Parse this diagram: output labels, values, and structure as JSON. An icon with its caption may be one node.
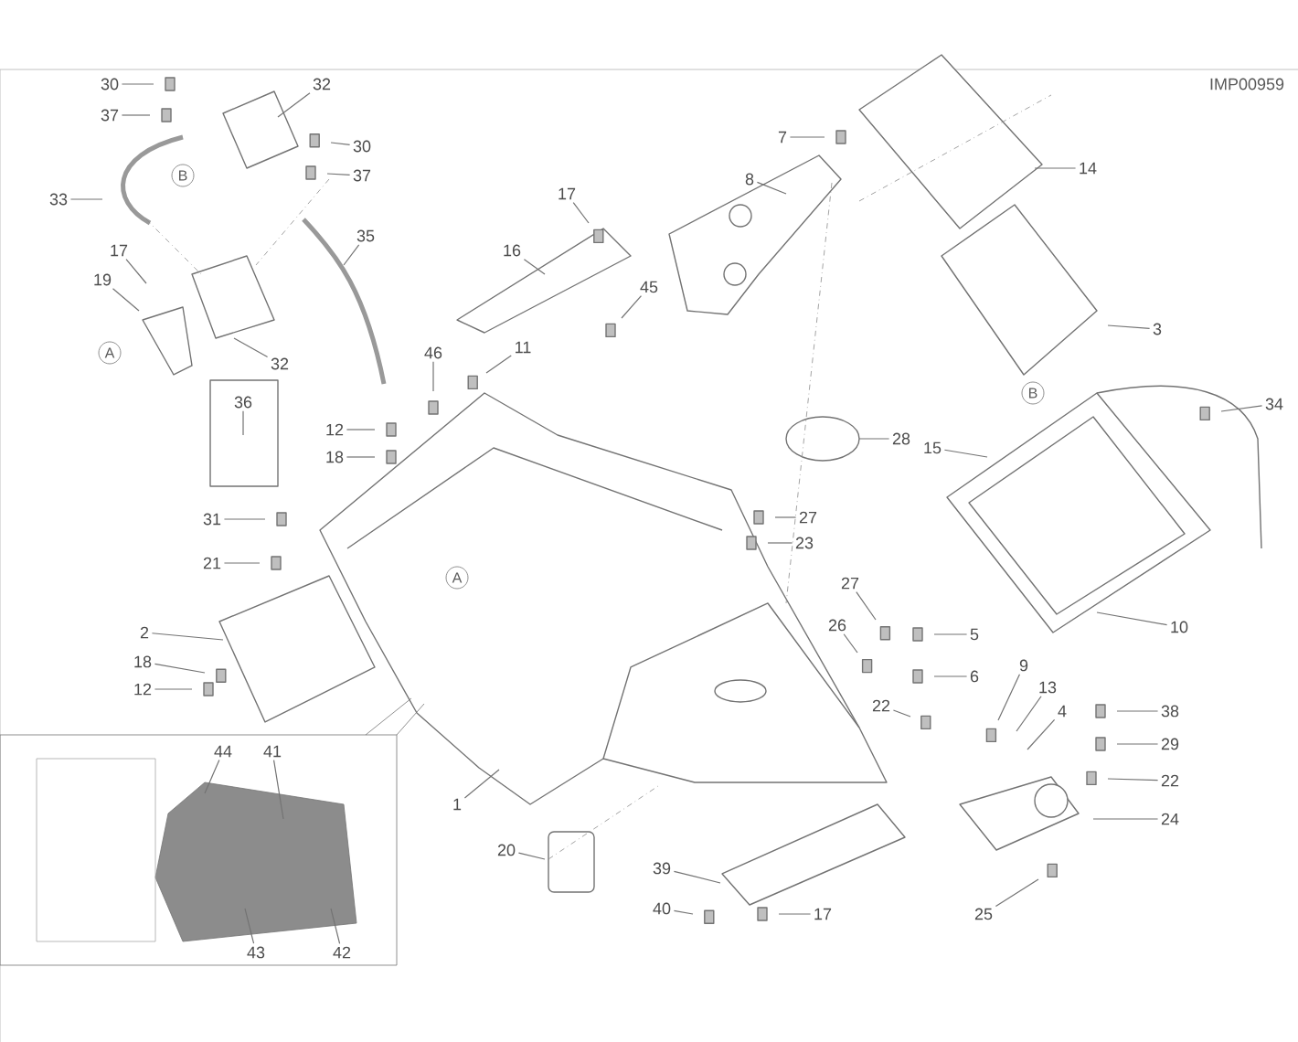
{
  "diagram": {
    "nodes": [
      {
        "text": [
          "30"
        ]
      },
      {
        "text": [
          "37"
        ]
      },
      {
        "text": [
          "32"
        ]
      },
      {
        "text": [
          "30"
        ]
      },
      {
        "text": [
          "37"
        ]
      },
      {
        "text": [
          "33"
        ]
      },
      {
        "text": [
          "35"
        ]
      },
      {
        "text": [
          "17"
        ]
      },
      {
        "text": [
          "19"
        ]
      },
      {
        "text": [
          "32"
        ]
      },
      {
        "text": [
          "36"
        ]
      },
      {
        "text": [
          "17"
        ]
      },
      {
        "text": [
          "16"
        ]
      },
      {
        "text": [
          "7"
        ]
      },
      {
        "text": [
          "8"
        ]
      },
      {
        "text": [
          "14"
        ]
      },
      {
        "text": [
          "3"
        ]
      },
      {
        "text": [
          "45"
        ]
      },
      {
        "text": [
          "46"
        ]
      },
      {
        "text": [
          "11"
        ]
      },
      {
        "text": [
          "12"
        ]
      },
      {
        "text": [
          "18"
        ]
      },
      {
        "text": [
          "34"
        ]
      },
      {
        "text": [
          "15"
        ]
      },
      {
        "text": [
          "28"
        ]
      },
      {
        "text": [
          "27"
        ]
      },
      {
        "text": [
          "23"
        ]
      },
      {
        "text": [
          "31"
        ]
      },
      {
        "text": [
          "21"
        ]
      },
      {
        "text": [
          "2"
        ]
      },
      {
        "text": [
          "18"
        ]
      },
      {
        "text": [
          "12"
        ]
      },
      {
        "text": [
          "27"
        ]
      },
      {
        "text": [
          "26"
        ]
      },
      {
        "text": [
          "5"
        ]
      },
      {
        "text": [
          "6"
        ]
      },
      {
        "text": [
          "10"
        ]
      },
      {
        "text": [
          "9"
        ]
      },
      {
        "text": [
          "13"
        ]
      },
      {
        "text": [
          "4"
        ]
      },
      {
        "text": [
          "22"
        ]
      },
      {
        "text": [
          "38"
        ]
      },
      {
        "text": [
          "29"
        ]
      },
      {
        "text": [
          "22"
        ]
      },
      {
        "text": [
          "24"
        ]
      },
      {
        "text": [
          "25"
        ]
      },
      {
        "text": [
          "1"
        ]
      },
      {
        "text": [
          "20"
        ]
      },
      {
        "text": [
          "39"
        ]
      },
      {
        "text": [
          "40"
        ]
      },
      {
        "text": [
          "17"
        ]
      },
      {
        "text": [
          "44"
        ]
      },
      {
        "text": [
          "41"
        ]
      },
      {
        "text": [
          "43"
        ]
      },
      {
        "text": [
          "42"
        ]
      }
    ],
    "edges": [
      {
        "from": 0,
        "to": null,
        "arrow": "none"
      },
      {
        "from": 1,
        "to": null,
        "arrow": "none"
      },
      {
        "from": 2,
        "to": null,
        "arrow": "none"
      },
      {
        "from": 3,
        "to": null,
        "arrow": "none"
      },
      {
        "from": 4,
        "to": null,
        "arrow": "none"
      },
      {
        "from": 5,
        "to": null,
        "arrow": "none"
      },
      {
        "from": 6,
        "to": null,
        "arrow": "none"
      },
      {
        "from": 7,
        "to": null,
        "arrow": "none"
      },
      {
        "from": 8,
        "to": null,
        "arrow": "none"
      },
      {
        "from": 9,
        "to": null,
        "arrow": "none"
      },
      {
        "from": 10,
        "to": null,
        "arrow": "none"
      },
      {
        "from": 11,
        "to": null,
        "arrow": "none"
      },
      {
        "from": 12,
        "to": null,
        "arrow": "none"
      },
      {
        "from": 13,
        "to": null,
        "arrow": "none"
      },
      {
        "from": 14,
        "to": null,
        "arrow": "none"
      },
      {
        "from": 15,
        "to": null,
        "arrow": "none"
      },
      {
        "from": 16,
        "to": null,
        "arrow": "none"
      },
      {
        "from": 17,
        "to": null,
        "arrow": "none"
      },
      {
        "from": 18,
        "to": null,
        "arrow": "none"
      },
      {
        "from": 19,
        "to": null,
        "arrow": "none"
      },
      {
        "from": 20,
        "to": null,
        "arrow": "none"
      },
      {
        "from": 21,
        "to": null,
        "arrow": "none"
      },
      {
        "from": 22,
        "to": null,
        "arrow": "none"
      },
      {
        "from": 23,
        "to": null,
        "arrow": "none"
      },
      {
        "from": 24,
        "to": null,
        "arrow": "none"
      },
      {
        "from": 25,
        "to": null,
        "arrow": "none"
      },
      {
        "from": 26,
        "to": null,
        "arrow": "none"
      },
      {
        "from": 27,
        "to": null,
        "arrow": "none"
      },
      {
        "from": 28,
        "to": null,
        "arrow": "none"
      },
      {
        "from": 29,
        "to": null,
        "arrow": "none"
      },
      {
        "from": 30,
        "to": null,
        "arrow": "none"
      },
      {
        "from": 31,
        "to": null,
        "arrow": "none"
      },
      {
        "from": 32,
        "to": null,
        "arrow": "none"
      },
      {
        "from": 33,
        "to": null,
        "arrow": "none"
      },
      {
        "from": 34,
        "to": null,
        "arrow": "none"
      },
      {
        "from": 35,
        "to": null,
        "arrow": "none"
      },
      {
        "from": 36,
        "to": null,
        "arrow": "none"
      },
      {
        "from": 37,
        "to": null,
        "arrow": "none"
      },
      {
        "from": 38,
        "to": null,
        "arrow": "none"
      },
      {
        "from": 39,
        "to": null,
        "arrow": "none"
      },
      {
        "from": 40,
        "to": null,
        "arrow": "none"
      },
      {
        "from": 41,
        "to": null,
        "arrow": "none"
      },
      {
        "from": 42,
        "to": null,
        "arrow": "none"
      },
      {
        "from": 43,
        "to": null,
        "arrow": "none"
      },
      {
        "from": 44,
        "to": null,
        "arrow": "none"
      },
      {
        "from": 45,
        "to": null,
        "arrow": "none"
      },
      {
        "from": 46,
        "to": null,
        "arrow": "none"
      },
      {
        "from": 47,
        "to": null,
        "arrow": "none"
      },
      {
        "from": 48,
        "to": null,
        "arrow": "none"
      },
      {
        "from": 49,
        "to": null,
        "arrow": "none"
      },
      {
        "from": 50,
        "to": null,
        "arrow": "none"
      },
      {
        "from": 51,
        "to": null,
        "arrow": "none"
      },
      {
        "from": 52,
        "to": null,
        "arrow": "none"
      },
      {
        "from": 53,
        "to": null,
        "arrow": "none"
      },
      {
        "from": 54,
        "to": null,
        "arrow": "none"
      }
    ],
    "labels": [
      "IMP00959",
      "B",
      "A",
      "B",
      "A"
    ]
  }
}
